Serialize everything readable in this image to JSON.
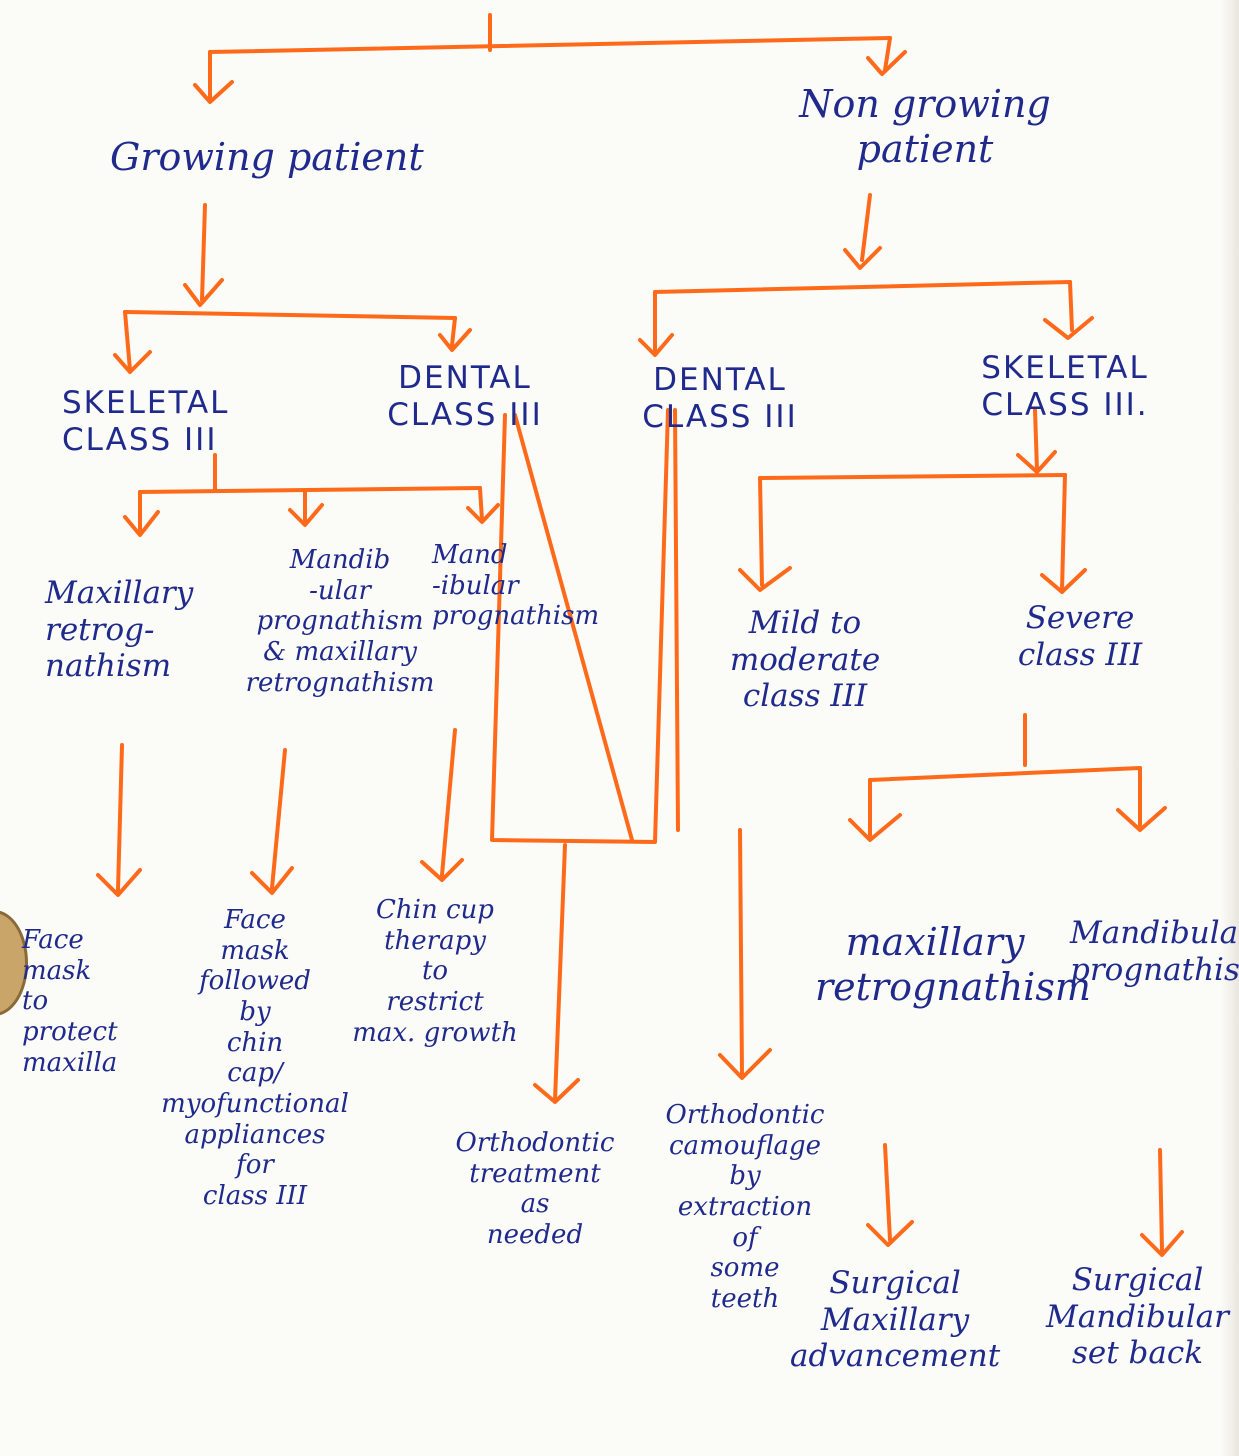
{
  "diagram": {
    "nodes": {
      "growing": "Growing patient",
      "non_growing": "Non growing\npatient",
      "g_skeletal": "SKELETAL\nCLASS III",
      "g_dental": "DENTAL\nCLASS III",
      "ng_dental": "DENTAL\nCLASS III",
      "ng_skeletal": "SKELETAL\nCLASS III.",
      "max_retro": "Maxillary\nretrog-\nnathism",
      "mand_prog_max_retro": "Mandib\n-ular\nprognathism\n& maxillary\nretrognathism",
      "mand_prog": "Mand\n-ibular\nprognathism",
      "mild": "Mild to\nmoderate\nclass III",
      "severe": "Severe\nclass III",
      "face_mask": "Face\nmask\nto\nprotect\nmaxilla",
      "face_mask_chin": "Face\nmask\nfollowed\nby\nchin\ncap/\nmyofunctional\nappliances\nfor\nclass III",
      "chin_cap": "Chin cup\ntherapy\nto\nrestrict\nmax. growth",
      "ortho_treatment": "Orthodontic\ntreatment\nas\nneeded",
      "camouflage": "Orthodontic\ncamouflage\nby\nextraction\nof\nsome\nteeth",
      "max_retro_2": "maxillary\nretrognathism",
      "mand_prog_2": "Mandibular\nprognathism",
      "surg_max": "Surgical\nMaxillary\nadvancement",
      "surg_mand": "Surgical\nMandibular\nset back"
    },
    "colors": {
      "arrow": "#ff6a1a",
      "ink": "#1f2a8c"
    }
  }
}
